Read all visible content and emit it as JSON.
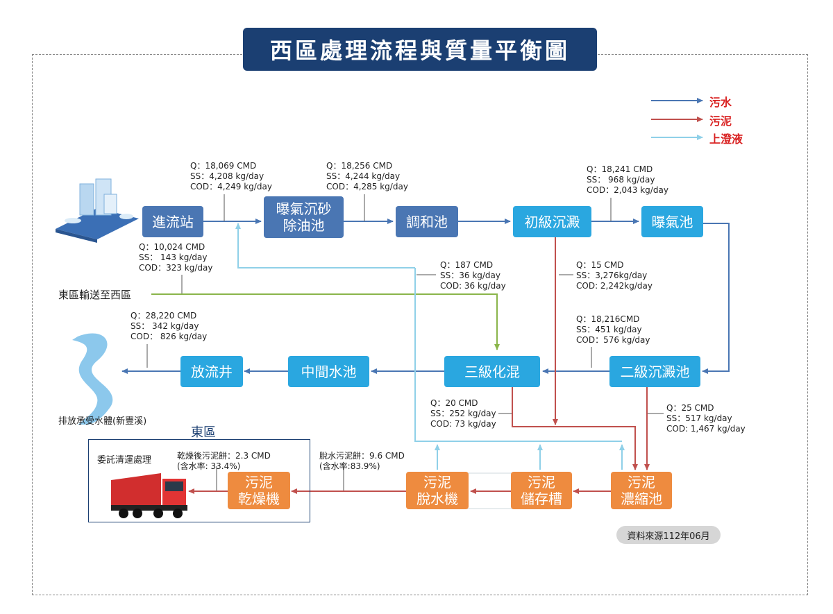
{
  "title": "西區處理流程與質量平衡圖",
  "legend": [
    {
      "label": "污水",
      "color": "#4a76b3"
    },
    {
      "label": "污泥",
      "color": "#c0504d"
    },
    {
      "label": "上澄液",
      "color": "#8fd0e8"
    }
  ],
  "nodes": {
    "inlet": "進流站",
    "grit": "曝氣沉砂\n除油池",
    "equalization": "調和池",
    "primary": "初級沉澱",
    "aeration": "曝氣池",
    "secondary": "二級沉澱池",
    "tertiary": "三級化混",
    "middle": "中間水池",
    "outfall": "放流井",
    "thickener": "污泥\n濃縮池",
    "storage": "污泥\n儲存槽",
    "dewater": "污泥\n脫水機",
    "dryer": "污泥\n乾燥機"
  },
  "labels": {
    "q_inlet": "Q：18,069 CMD\nSS：4,208 kg/day\nCOD：4,249 kg/day",
    "q_grit": "Q：18,256 CMD\nSS：4,244 kg/day\nCOD：4,285 kg/day",
    "q_primary": "Q：18,241 CMD\nSS： 968 kg/day\nCOD：2,043 kg/day",
    "q_east": "Q：10,024 CMD\nSS： 143 kg/day\nCOD：323 kg/day",
    "q_supernatant": "Q：187 CMD\nSS：36 kg/day\nCOD: 36 kg/day",
    "q_primary_sludge": "Q：15 CMD\nSS：3,276kg/day\nCOD: 2,242kg/day",
    "q_secondary": "Q：18,216CMD\nSS：451 kg/day\nCOD：576 kg/day",
    "q_outfall": "Q：28,220 CMD\nSS： 342 kg/day\nCOD： 826 kg/day",
    "q_tertiary_sludge": "Q：20 CMD\nSS：252 kg/day\nCOD: 73 kg/day",
    "q_secondary_sludge": "Q：25 CMD\nSS：517 kg/day\nCOD: 1,467 kg/day",
    "dewatered_cake": "脫水污泥餅：9.6 CMD\n(含水率:83.9%)",
    "dried_cake": "乾燥後污泥餅：2.3 CMD\n(含水率: 33.4%)"
  },
  "east_transfer": "東區輸送至西區",
  "east_region": "東區",
  "contractor": "委託清運處理",
  "receiving_water": "排放承受水體(新豐溪)",
  "source_note": "資料來源112年06月"
}
